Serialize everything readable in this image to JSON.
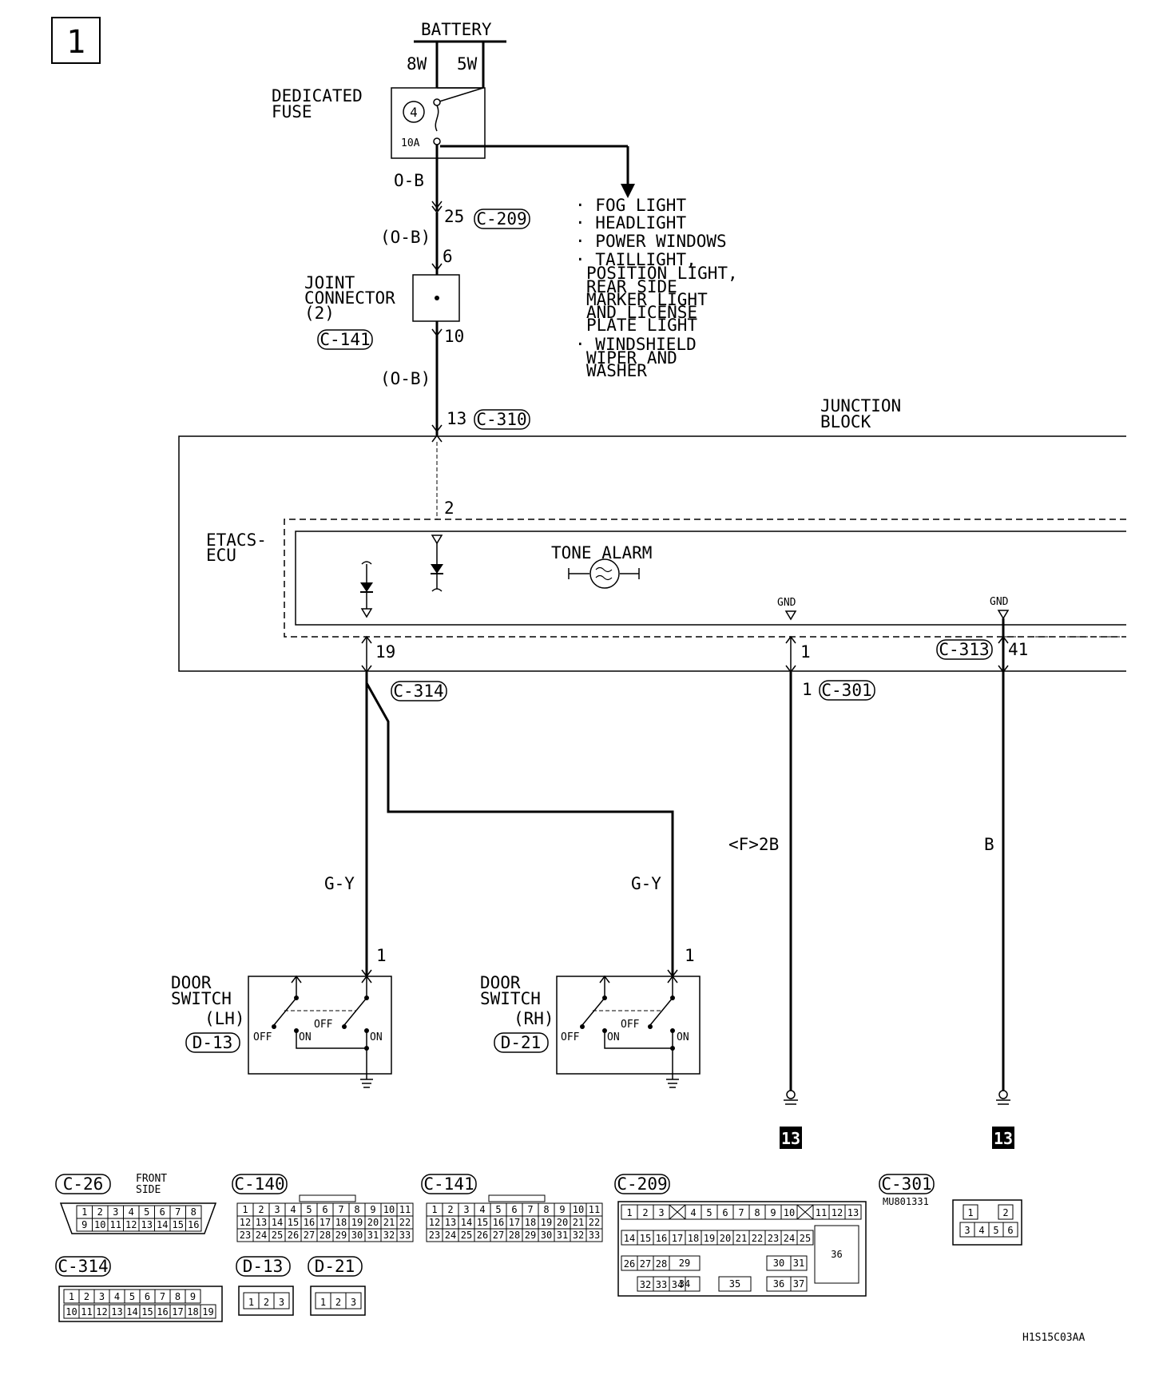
{
  "page_number": "1",
  "diagram_code": "H1S15C03AA",
  "battery": {
    "label": "BATTERY",
    "left_wire": "8W",
    "right_wire": "5W"
  },
  "dedicated_fuse": {
    "label_line1": "DEDICATED",
    "label_line2": "FUSE",
    "number": "4",
    "rating": "10A"
  },
  "wires": {
    "fuse_out": "O-B",
    "to_joint": "(O-B)",
    "to_junction": "(O-B)",
    "door_lh": "G-Y",
    "door_rh": "G-Y",
    "gnd1": "<F>2B",
    "gnd2": "B"
  },
  "pins": {
    "c209": "25",
    "joint_in": "6",
    "joint_out": "10",
    "c310": "13",
    "etacs_in": "2",
    "c314": "19",
    "gnd1_ecu": "1",
    "c301": "1",
    "c313": "41",
    "door_lh": "1",
    "door_rh": "1"
  },
  "connectors": {
    "c209": "C-209",
    "c141": "C-141",
    "c310": "C-310",
    "c314": "C-314",
    "c301": "C-301",
    "c313": "C-313",
    "d13": "D-13",
    "d21": "D-21"
  },
  "branch_list": [
    "FOG LIGHT",
    "HEADLIGHT",
    "POWER WINDOWS",
    "TAILLIGHT,",
    "POSITION LIGHT,",
    "REAR SIDE",
    "MARKER LIGHT",
    "AND LICENSE",
    "PLATE LIGHT",
    "WINDSHIELD",
    "WIPER AND",
    "WASHER"
  ],
  "joint_connector": {
    "line1": "JOINT",
    "line2": "CONNECTOR",
    "line3": "(2)"
  },
  "junction_block": {
    "line1": "JUNCTION",
    "line2": "BLOCK"
  },
  "etacs": {
    "line1": "ETACS-",
    "line2": "ECU",
    "tone_alarm": "TONE ALARM",
    "gnd1": "GND",
    "gnd2": "GND"
  },
  "door_lh": {
    "line1": "DOOR",
    "line2": "SWITCH",
    "line3": "(LH)",
    "off1": "OFF",
    "off2": "OFF",
    "on1": "ON",
    "on2": "ON"
  },
  "door_rh": {
    "line1": "DOOR",
    "line2": "SWITCH",
    "line3": "(RH)",
    "off1": "OFF",
    "off2": "OFF",
    "on1": "ON",
    "on2": "ON"
  },
  "ground_ref": "13",
  "views": {
    "c26": {
      "label": "C-26",
      "note1": "FRONT",
      "note2": "SIDE",
      "row1": [
        "1",
        "2",
        "3",
        "4",
        "5",
        "6",
        "7",
        "8"
      ],
      "row2": [
        "9",
        "10",
        "11",
        "12",
        "13",
        "14",
        "15",
        "16"
      ]
    },
    "c140": {
      "label": "C-140",
      "row1": [
        "1",
        "2",
        "3",
        "4",
        "5",
        "6",
        "7",
        "8",
        "9",
        "10",
        "11"
      ],
      "row2": [
        "12",
        "13",
        "14",
        "15",
        "16",
        "17",
        "18",
        "19",
        "20",
        "21",
        "22"
      ],
      "row3": [
        "23",
        "24",
        "25",
        "26",
        "27",
        "28",
        "29",
        "30",
        "31",
        "32",
        "33"
      ]
    },
    "c141": {
      "label": "C-141",
      "row1": [
        "1",
        "2",
        "3",
        "4",
        "5",
        "6",
        "7",
        "8",
        "9",
        "10",
        "11"
      ],
      "row2": [
        "12",
        "13",
        "14",
        "15",
        "16",
        "17",
        "18",
        "19",
        "20",
        "21",
        "22"
      ],
      "row3": [
        "23",
        "24",
        "25",
        "26",
        "27",
        "28",
        "29",
        "30",
        "31",
        "32",
        "33"
      ]
    },
    "c209": {
      "label": "C-209",
      "row1": [
        "1",
        "2",
        "3",
        "",
        "4",
        "5",
        "6",
        "7",
        "8",
        "9",
        "10",
        "",
        "11",
        "12",
        "13"
      ],
      "row2": [
        "14",
        "15",
        "16",
        "17",
        "18",
        "19",
        "20",
        "21",
        "22",
        "23",
        "24",
        "25"
      ],
      "row3": [
        "26",
        "27",
        "28",
        "29",
        "30",
        "31"
      ],
      "row4": [
        "32",
        "33",
        "34",
        "35",
        "36",
        "37"
      ],
      "big": "36"
    },
    "c301": {
      "label": "C-301",
      "part": "MU801331",
      "row1": [
        "1",
        "2"
      ],
      "row2": [
        "3",
        "4",
        "5",
        "6"
      ]
    },
    "c314": {
      "label": "C-314",
      "row1": [
        "1",
        "2",
        "3",
        "4",
        "5",
        "6",
        "7",
        "8",
        "9"
      ],
      "row2": [
        "10",
        "11",
        "12",
        "13",
        "14",
        "15",
        "16",
        "17",
        "18",
        "19"
      ]
    },
    "d13": {
      "label": "D-13",
      "pins": [
        "1",
        "2",
        "3"
      ]
    },
    "d21": {
      "label": "D-21",
      "pins": [
        "1",
        "2",
        "3"
      ]
    }
  }
}
